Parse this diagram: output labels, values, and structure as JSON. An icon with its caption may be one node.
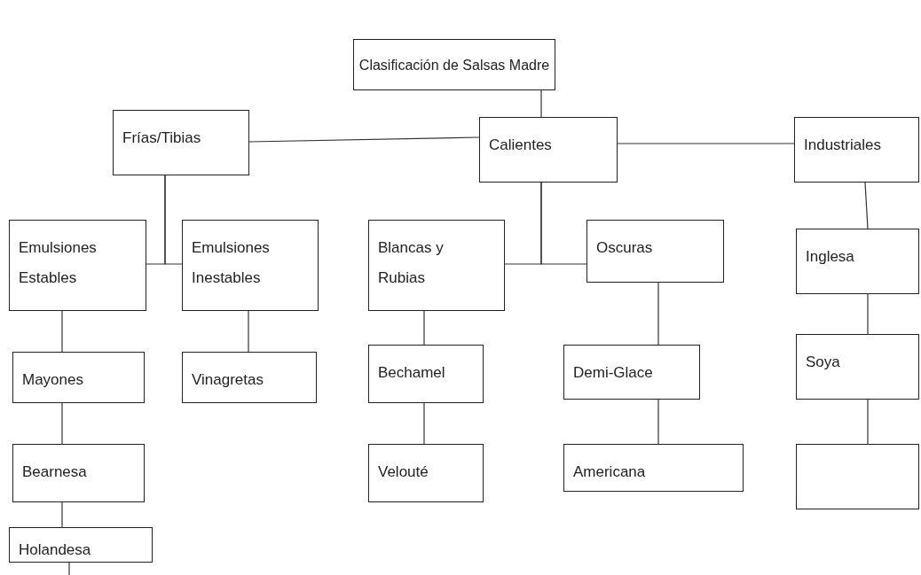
{
  "diagram": {
    "nodes": [
      {
        "text": [
          "Clasificación de Salsas Madre"
        ]
      },
      {
        "text": [
          "Frías/Tibias"
        ]
      },
      {
        "text": [
          "Calientes"
        ]
      },
      {
        "text": [
          "Industriales"
        ]
      },
      {
        "text": [
          "Emulsiones Estables"
        ]
      },
      {
        "text": [
          "Emulsiones Inestables"
        ]
      },
      {
        "text": [
          "Blancas y Rubias"
        ]
      },
      {
        "text": [
          "Oscuras"
        ]
      },
      {
        "text": [
          "Inglesa"
        ]
      },
      {
        "text": [
          "Mayones"
        ]
      },
      {
        "text": [
          "Vinagretas"
        ]
      },
      {
        "text": [
          "Bechamel"
        ]
      },
      {
        "text": [
          "Demi-Glace"
        ]
      },
      {
        "text": [
          "Soya"
        ]
      },
      {
        "text": [
          "Bearnesa"
        ]
      },
      {
        "text": [
          "Velouté"
        ]
      },
      {
        "text": [
          "Americana"
        ]
      },
      {
        "text": [],
        "shape": "box"
      },
      {
        "text": [
          "Holandesa"
        ]
      }
    ],
    "edges": [
      {
        "from": 0,
        "to": 2,
        "arrow": "none"
      },
      {
        "from": 1,
        "to": 2,
        "arrow": "none"
      },
      {
        "from": 2,
        "to": 3,
        "arrow": "none"
      },
      {
        "from": 1,
        "to": 4,
        "arrow": "none"
      },
      {
        "from": 1,
        "to": 5,
        "arrow": "none"
      },
      {
        "from": 2,
        "to": 6,
        "arrow": "none"
      },
      {
        "from": 2,
        "to": 7,
        "arrow": "none"
      },
      {
        "from": 3,
        "to": 8,
        "arrow": "none"
      },
      {
        "from": 4,
        "to": 9,
        "arrow": "none"
      },
      {
        "from": 5,
        "to": 10,
        "arrow": "none"
      },
      {
        "from": 6,
        "to": 11,
        "arrow": "none"
      },
      {
        "from": 7,
        "to": 12,
        "arrow": "none"
      },
      {
        "from": 8,
        "to": 13,
        "arrow": "none"
      },
      {
        "from": 9,
        "to": 14,
        "arrow": "none"
      },
      {
        "from": 11,
        "to": 15,
        "arrow": "none"
      },
      {
        "from": 12,
        "to": 16,
        "arrow": "none"
      },
      {
        "from": 13,
        "to": 17,
        "arrow": "none"
      },
      {
        "from": 14,
        "to": 18,
        "arrow": "none"
      },
      {
        "from": 18,
        "to": null,
        "arrow": "none"
      }
    ]
  }
}
